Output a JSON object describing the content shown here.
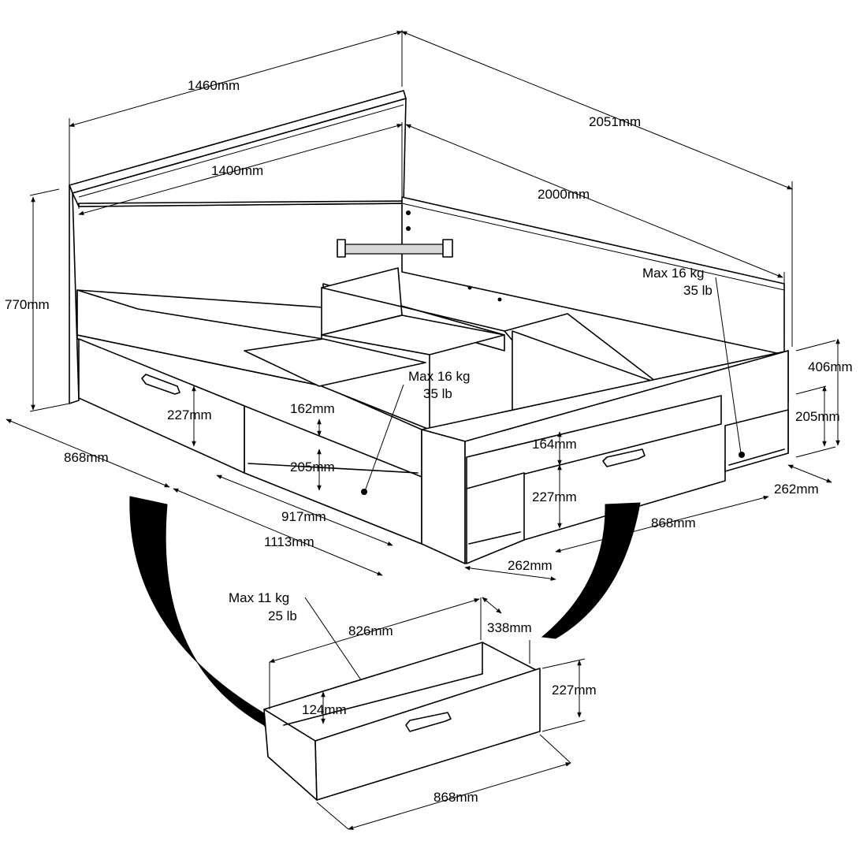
{
  "dimensions": {
    "frame_width": "1460mm",
    "frame_length": "2051mm",
    "mattress_width": "1400mm",
    "mattress_length": "2000mm",
    "headboard_height": "770mm",
    "side_height": "406mm",
    "side_open_height": "205mm",
    "side_open_depth": "262mm",
    "left_drawer_height": "227mm",
    "left_drawer_width": "868mm",
    "top_shelf_height": "162mm",
    "mid_shelf_height": "205mm",
    "shelf_width": "917mm",
    "shelf_total_width": "1113mm",
    "front_shelf_height": "164mm",
    "front_drawer_height": "227mm",
    "front_drawer_width": "868mm",
    "front_depth": "262mm"
  },
  "loads": {
    "right_rear_kg": "Max 16 kg",
    "right_rear_lb": "35 lb",
    "center_kg": "Max 16 kg",
    "center_lb": "35 lb",
    "drawer_kg": "Max 11 kg",
    "drawer_lb": "25 lb"
  },
  "drawer_detail": {
    "inner_length": "826mm",
    "depth": "338mm",
    "height": "227mm",
    "inner_height": "124mm",
    "width": "868mm"
  }
}
